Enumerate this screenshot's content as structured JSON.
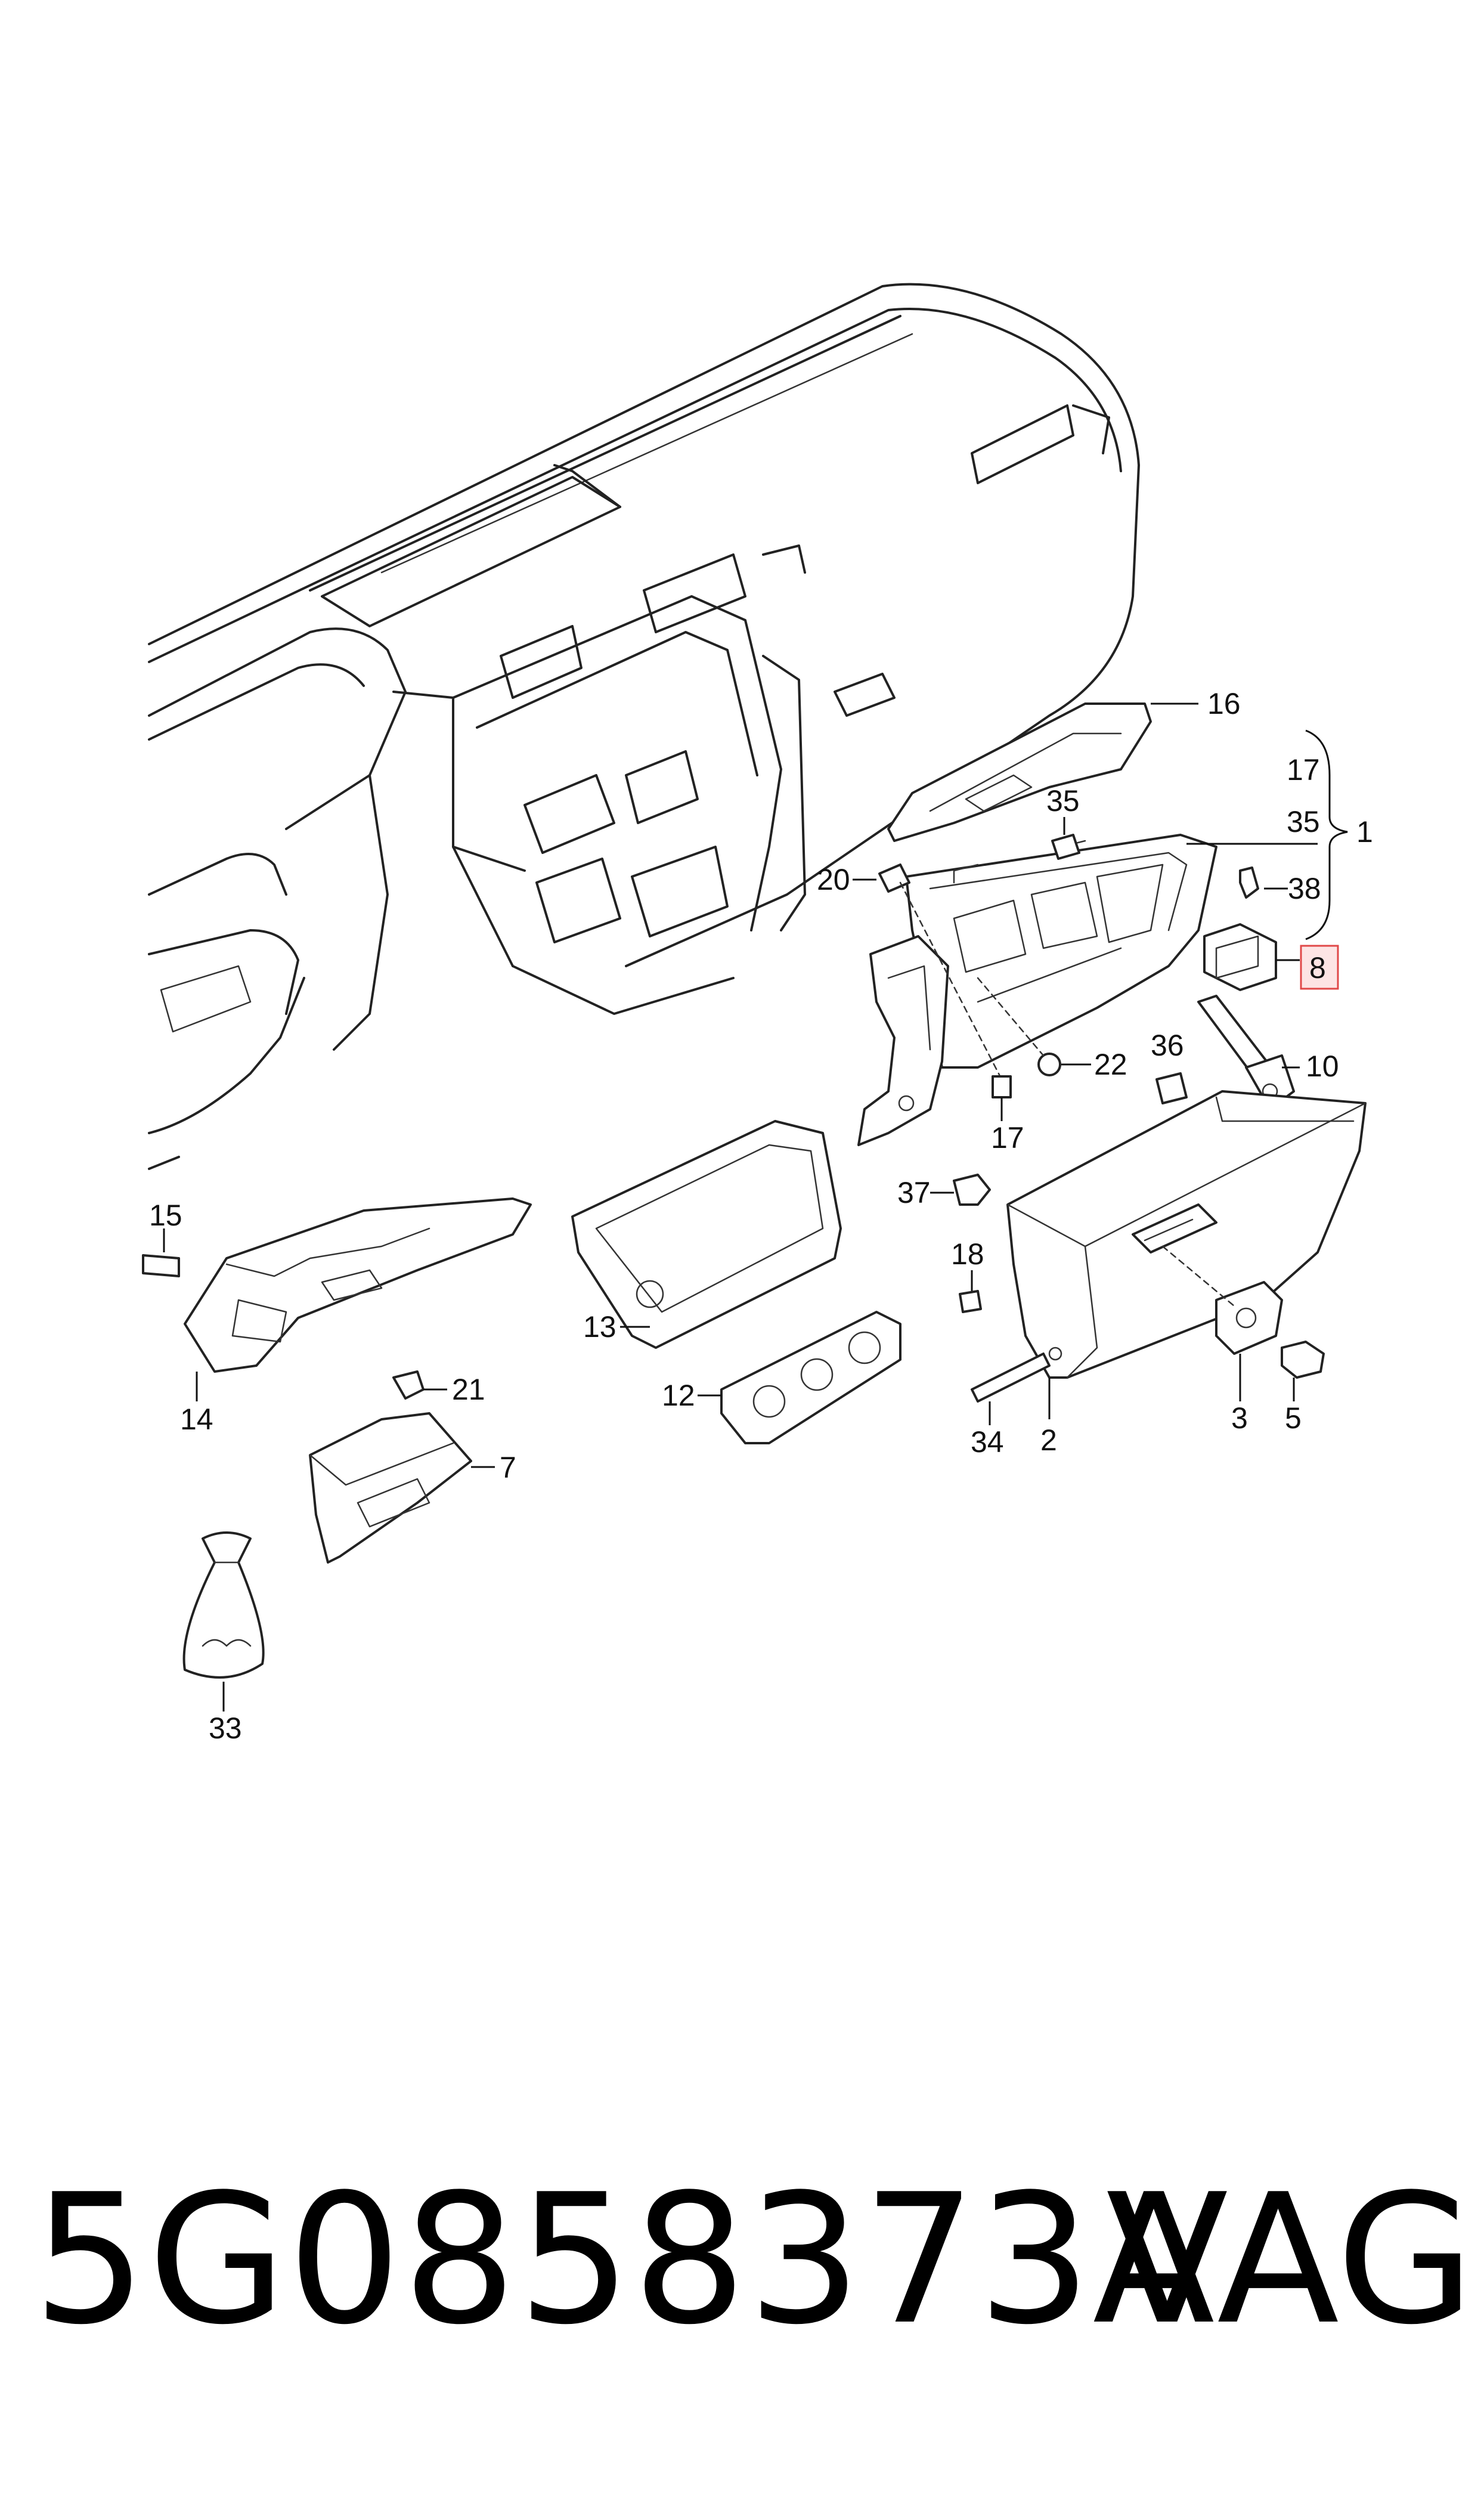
{
  "footer": {
    "part_number": "5G0858373A",
    "brand": "VAG"
  },
  "callouts": {
    "c1": "1",
    "c2": "2",
    "c3": "3",
    "c5": "5",
    "c7": "7",
    "c8": "8",
    "c10": "10",
    "c12": "12",
    "c13": "13",
    "c14": "14",
    "c15": "15",
    "c16": "16",
    "c17_group": "17",
    "c17_lower": "17",
    "c18": "18",
    "c20": "20",
    "c21": "21",
    "c22": "22",
    "c33": "33",
    "c34": "34",
    "c35_group": "35",
    "c35_upper": "35",
    "c36": "36",
    "c37": "37",
    "c38": "38"
  },
  "colors": {
    "highlight_fill": "#fde4e4",
    "highlight_border": "#e04848",
    "line_art": "#222222"
  }
}
